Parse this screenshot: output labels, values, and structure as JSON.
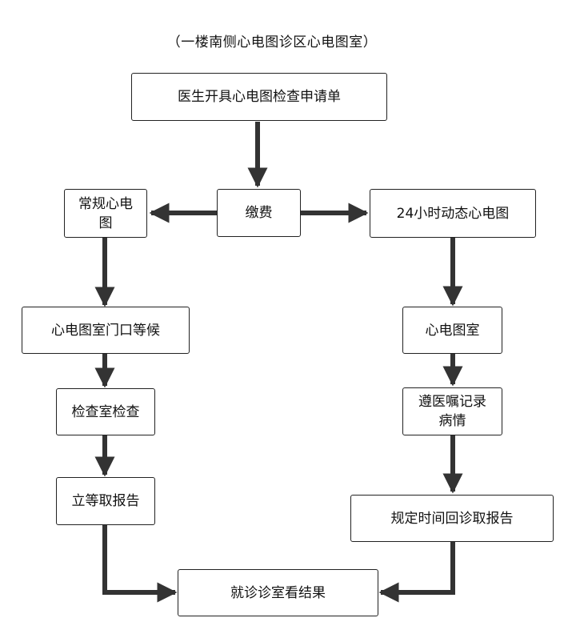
{
  "title": "（一楼南侧心电图诊区心电图室）",
  "nodes": {
    "doctor": "医生开具心电图检查申请单",
    "pay": "缴费",
    "routine": "常规心电图",
    "holter": "24小时动态心电图",
    "wait": "心电图室门口等候",
    "exam": "检查室检查",
    "report": "立等取报告",
    "ecg_room": "心电图室",
    "follow": "遵医嘱记录病情",
    "return": "规定时间回诊取报告",
    "result": "就诊诊室看结果"
  }
}
